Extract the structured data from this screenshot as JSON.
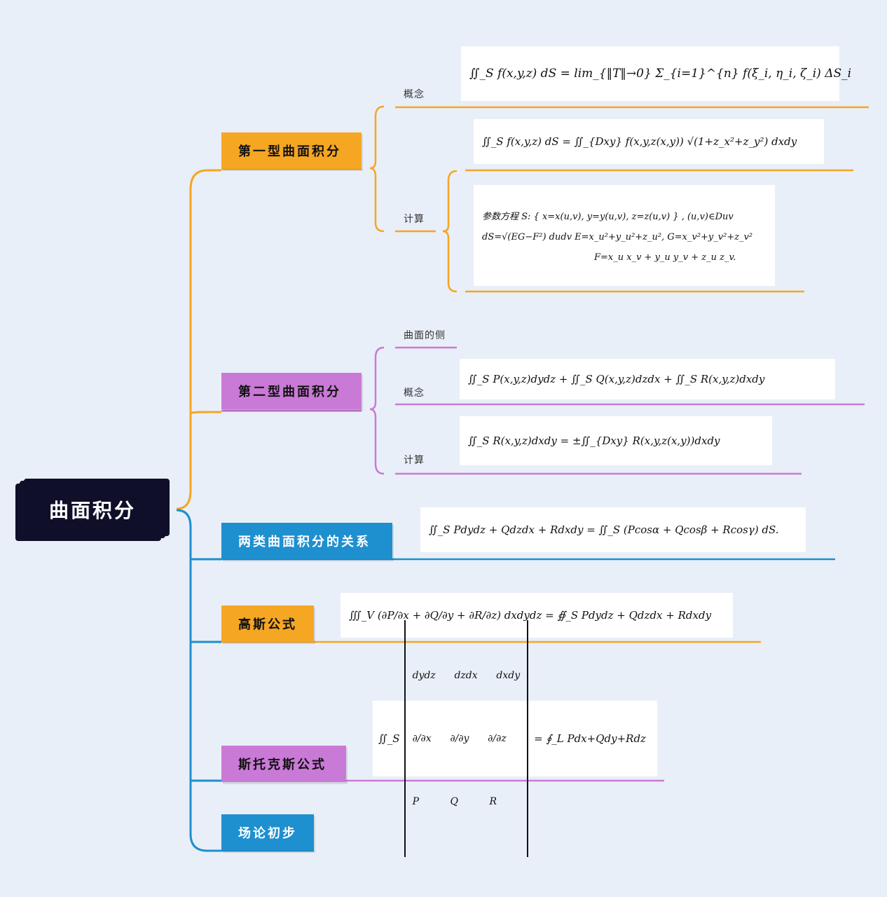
{
  "colors": {
    "background": "#e9eff8",
    "root": "#0f0f2a",
    "orange": "#f5a623",
    "purple": "#c97ad6",
    "blue": "#1e8fcf"
  },
  "root": {
    "label": "曲面积分"
  },
  "branches": {
    "type1": {
      "label": "第一型曲面积分",
      "concept_label": "概念",
      "concept_formula": "∬_S f(x,y,z) dS = lim_{‖T‖→0} Σ_{i=1}^{n} f(ξ_i, η_i, ζ_i) ΔS_i",
      "compute_label": "计算",
      "compute_formula1": "∬_S f(x,y,z) dS = ∬_{Dxy} f(x,y,z(x,y)) √(1+z_x²+z_y²) dxdy",
      "param_line1": "参数方程 S: { x=x(u,v), y=y(u,v), z=z(u,v) } , (u,v)∈Duv",
      "param_line2": "dS=√(EG−F²) dudv    E=x_u²+y_u²+z_u², G=x_v²+y_v²+z_v²",
      "param_line3": "F=x_u x_v + y_u y_v + z_u z_v."
    },
    "type2": {
      "label": "第二型曲面积分",
      "side_label": "曲面的侧",
      "concept_label": "概念",
      "concept_formula": "∬_S P(x,y,z)dydz + ∬_S Q(x,y,z)dzdx + ∬_S R(x,y,z)dxdy",
      "compute_label": "计算",
      "compute_formula": "∬_S R(x,y,z)dxdy = ±∬_{Dxy} R(x,y,z(x,y))dxdy"
    },
    "relation": {
      "label": "两类曲面积分的关系",
      "formula": "∬_S Pdydz + Qdzdx + Rdxdy = ∬_S (Pcosα + Qcosβ + Rcosγ) dS."
    },
    "gauss": {
      "label": "高斯公式",
      "formula": "∭_V (∂P/∂x + ∂Q/∂y + ∂R/∂z) dxdydz = ∯_S Pdydz + Qdzdx + Rdxdy"
    },
    "stokes": {
      "label": "斯托克斯公式",
      "row1": "dydz      dzdx      dxdy",
      "row2": "∂/∂x      ∂/∂y      ∂/∂z",
      "row3": "P          Q          R",
      "lhs": "∬_S",
      "rhs": "= ∮_L Pdx+Qdy+Rdz"
    },
    "field": {
      "label": "场论初步"
    }
  }
}
